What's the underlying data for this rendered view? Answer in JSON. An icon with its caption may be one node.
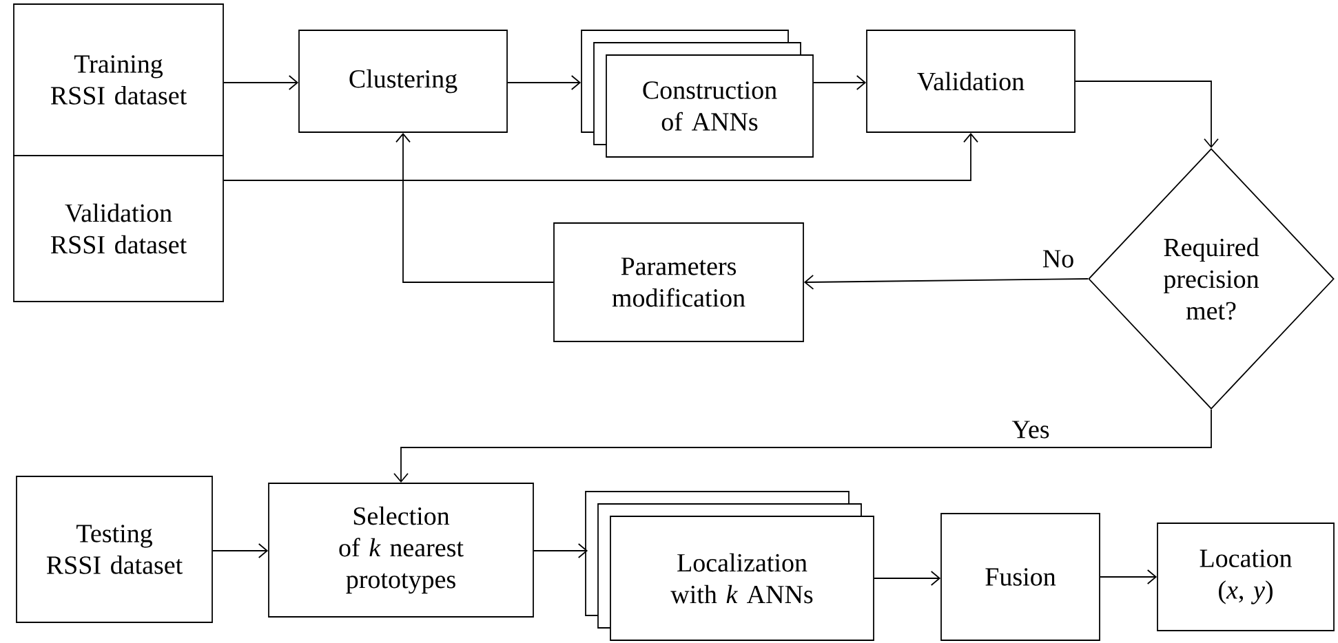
{
  "diagram": {
    "nodes": [
      {
        "text": [
          "Training RSSI dataset"
        ]
      },
      {
        "text": [
          "Validation RSSI dataset"
        ]
      },
      {
        "text": [
          "Clustering"
        ]
      },
      {
        "text": [
          "Construction of ANNs"
        ]
      },
      {
        "text": [
          "Validation"
        ]
      },
      {
        "text": [
          "Required precision met?"
        ]
      },
      {
        "text": [
          "Parameters modification"
        ]
      },
      {
        "text": [
          "Testing RSSI dataset"
        ]
      },
      {
        "text": [
          "Selection of *k* nearest prototypes"
        ]
      },
      {
        "text": [
          "Localization with *k* ANNs"
        ]
      },
      {
        "text": [
          "Fusion"
        ]
      },
      {
        "text": [
          "Location (*x*, *y*)"
        ]
      }
    ],
    "edges": [
      {
        "from": 0,
        "to": 2,
        "arrow": "to"
      },
      {
        "from": 2,
        "to": 3,
        "arrow": "to"
      },
      {
        "from": 3,
        "to": 4,
        "arrow": "to"
      },
      {
        "from": 4,
        "to": 5,
        "arrow": "to"
      },
      {
        "from": 1,
        "to": 4,
        "arrow": "to"
      },
      {
        "from": 5,
        "to": 6,
        "arrow": "to",
        "label": "No"
      },
      {
        "from": 6,
        "to": 2,
        "arrow": "to"
      },
      {
        "from": 5,
        "to": 8,
        "arrow": "to",
        "label": "Yes"
      },
      {
        "from": 7,
        "to": 8,
        "arrow": "to"
      },
      {
        "from": 8,
        "to": 9,
        "arrow": "to"
      },
      {
        "from": 9,
        "to": 10,
        "arrow": "to"
      },
      {
        "from": 10,
        "to": 11,
        "arrow": "to"
      }
    ]
  }
}
